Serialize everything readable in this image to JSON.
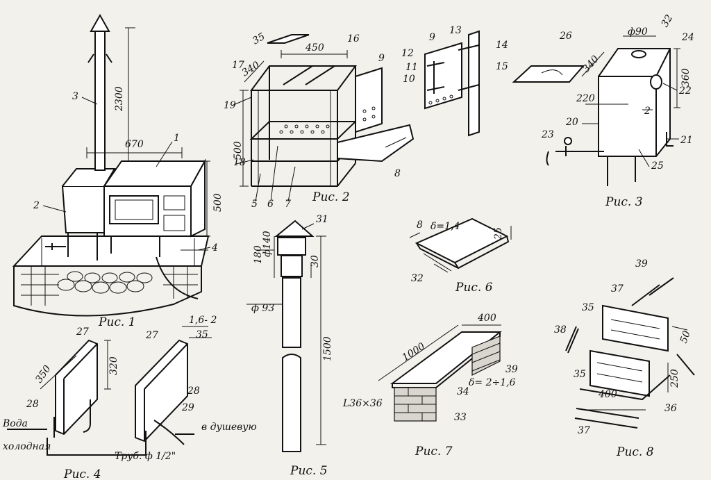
{
  "figures": {
    "fig1": {
      "caption": "Рис. 1",
      "dims": [
        "2300",
        "670",
        "500"
      ],
      "labels": [
        "1",
        "2",
        "3",
        "4"
      ]
    },
    "fig2": {
      "caption": "Рис. 2",
      "dims": [
        "35",
        "450",
        "340",
        "500"
      ],
      "labels": [
        "5",
        "6",
        "7",
        "8",
        "9",
        "16",
        "17",
        "18",
        "19"
      ]
    },
    "fig_detail": {
      "labels": [
        "10",
        "11",
        "12",
        "13",
        "14",
        "15",
        "9"
      ]
    },
    "fig3": {
      "caption": "Рис. 3",
      "dims": [
        "ф90",
        "32",
        "340",
        "360",
        "220",
        "2"
      ],
      "labels": [
        "20",
        "21",
        "22",
        "23",
        "24",
        "25",
        "26"
      ]
    },
    "fig4": {
      "caption": "Рис. 4",
      "dims": [
        "350",
        "320",
        "1,6- 2",
        "35"
      ],
      "labels": [
        "27",
        "27",
        "28",
        "28",
        "29"
      ],
      "notes": [
        "Вода",
        "холодная",
        "Труб. ф 1/2\"",
        "в душевую"
      ]
    },
    "fig5": {
      "caption": "Рис. 5",
      "dims": [
        "180",
        "ф140",
        "30",
        "ф 93",
        "1500"
      ],
      "labels": [
        "31"
      ]
    },
    "fig6": {
      "caption": "Рис. 6",
      "dims": [
        "δ=1,4",
        "8",
        "25"
      ],
      "labels": [
        "32"
      ]
    },
    "fig7": {
      "caption": "Рис. 7",
      "dims": [
        "400",
        "1000",
        "δ= 2÷1,6",
        "L36×36"
      ],
      "labels": [
        "33",
        "34",
        "39"
      ]
    },
    "fig8": {
      "caption": "Рис. 8",
      "dims": [
        "50",
        "250",
        "400"
      ],
      "labels": [
        "35",
        "35",
        "36",
        "37",
        "37",
        "38",
        "39"
      ]
    }
  }
}
